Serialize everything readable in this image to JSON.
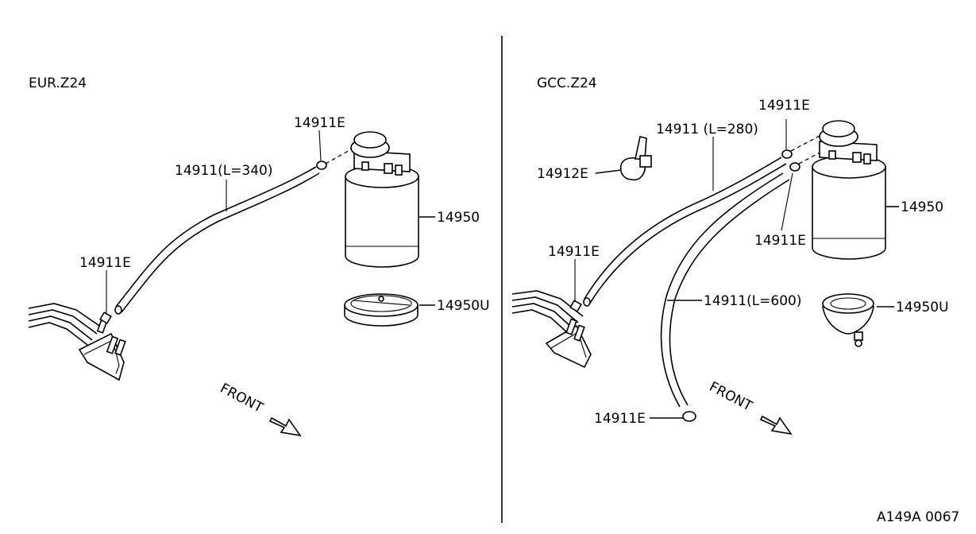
{
  "left_panel": {
    "variant": "EUR.Z24",
    "labels": {
      "clamp_top": "14911E",
      "hose": "14911(L=340)",
      "clamp_left": "14911E",
      "canister": "14950",
      "bracket": "14950U",
      "front": "FRONT"
    }
  },
  "right_panel": {
    "variant": "GCC.Z24",
    "labels": {
      "clamp_top": "14911E",
      "hose_short": "14911 (L=280)",
      "clip": "14912E",
      "clamp_mid": "14911E",
      "canister": "14950",
      "clamp_left": "14911E",
      "hose_long": "14911(L=600)",
      "bracket": "14950U",
      "clamp_bottom": "14911E",
      "front": "FRONT"
    }
  },
  "diagram_code": "A149A 0067"
}
